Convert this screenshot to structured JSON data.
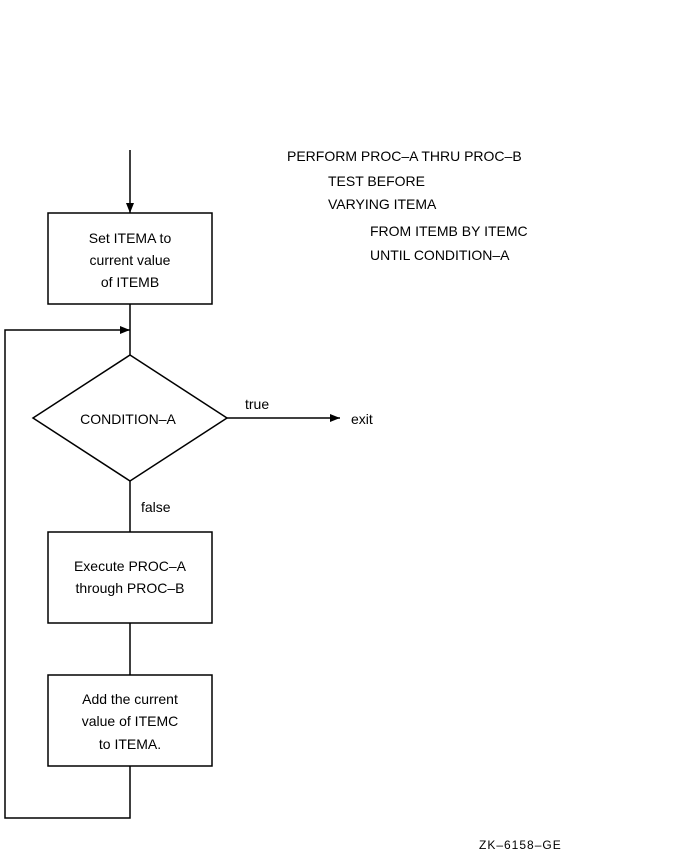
{
  "code": {
    "line1": "PERFORM PROC–A THRU PROC–B",
    "line2": "TEST BEFORE",
    "line3": "VARYING ITEMA",
    "line4": "FROM ITEMB BY ITEMC",
    "line5": "UNTIL CONDITION–A"
  },
  "box_init": {
    "line1": "Set ITEMA to",
    "line2": "current value",
    "line3": "of ITEMB"
  },
  "decision": {
    "label": "CONDITION–A",
    "true_label": "true",
    "false_label": "false",
    "exit_label": "exit"
  },
  "box_execute": {
    "line1": "Execute PROC–A",
    "line2": "through PROC–B"
  },
  "box_add": {
    "line1": "Add the current",
    "line2": "value of ITEMC",
    "line3": "to ITEMA."
  },
  "figure_id": "ZK–6158–GE"
}
